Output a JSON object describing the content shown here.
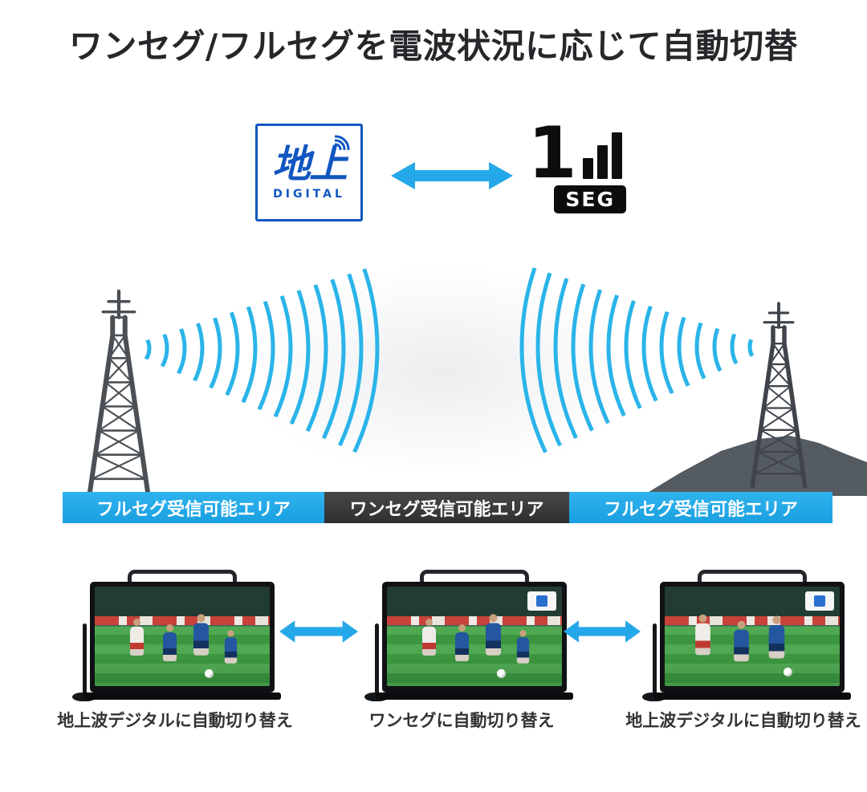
{
  "title": "ワンセグ/フルセグを電波状況に応じて自動切替",
  "logos": {
    "digital": {
      "kanji": "地上",
      "sub": "DIGITAL"
    },
    "oneseg": {
      "number": "1",
      "label": "SEG"
    }
  },
  "areas": [
    {
      "label": "フルセグ受信可能エリア",
      "style": "blue"
    },
    {
      "label": "ワンセグ受信可能エリア",
      "style": "dark"
    },
    {
      "label": "フルセグ受信可能エリア",
      "style": "blue"
    }
  ],
  "tvs": [
    {
      "caption": "地上波デジタルに自動切り替え",
      "indicator_badge": false
    },
    {
      "caption": "ワンセグに自動切り替え",
      "indicator_badge": true
    },
    {
      "caption": "地上波デジタルに自動切り替え",
      "indicator_badge": true
    }
  ],
  "icons": {
    "bidirectional_arrow": "double-headed horizontal arrow (CSS/SVG polygon)",
    "broadcast_tower": "lattice transmission tower (SVG lines)",
    "radio_waves": "fan of concentric arcs (clipped SVG circles)",
    "rod_antenna": "portable rod antenna with dome base (CSS shapes)"
  },
  "colors": {
    "accent_blue": "#25a8e9",
    "wave_blue": "#2ab4e9",
    "band_blue": "#1a9fe0",
    "band_dark": "#2f2f2f",
    "logo_blue": "#1056c0",
    "hill_gray": "#545b61",
    "title_text": "#27272b"
  }
}
